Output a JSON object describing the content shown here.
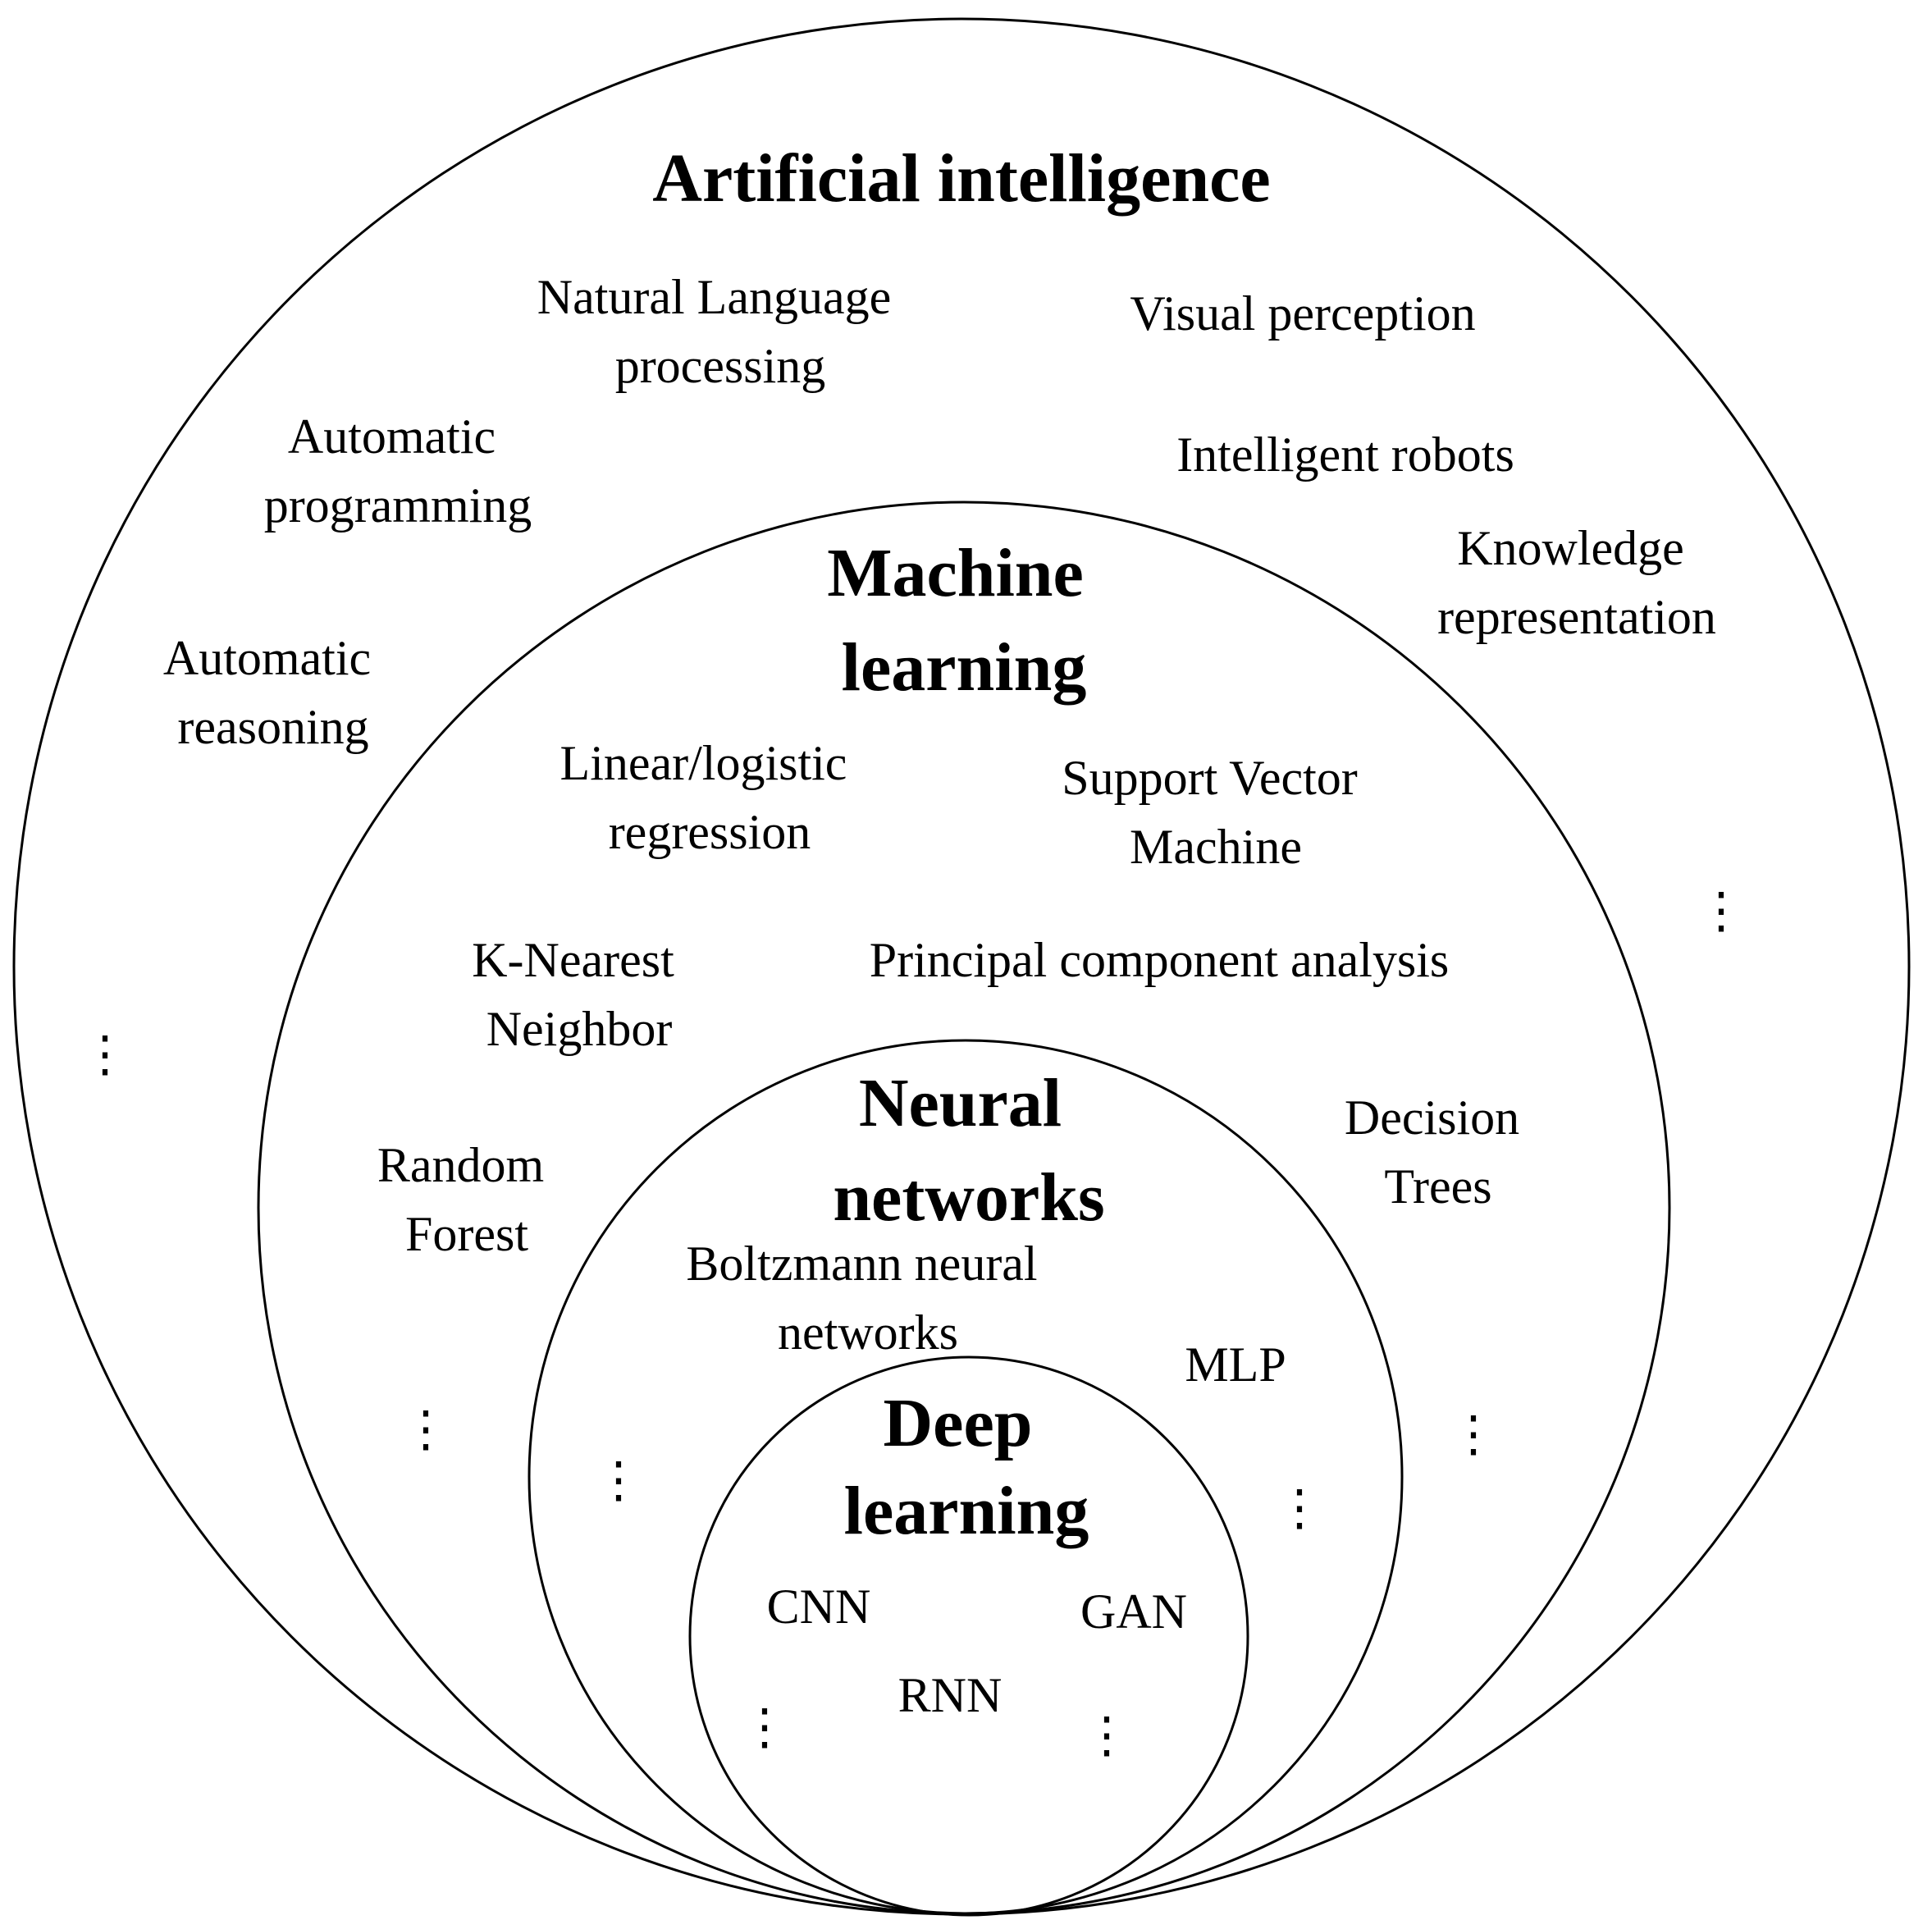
{
  "rings": [
    {
      "id": "ai",
      "title_lines": [
        "Artificial intelligence"
      ],
      "items": [
        {
          "id": "nlp",
          "lines": [
            "Natural Language",
            "processing"
          ]
        },
        {
          "id": "visual-perception",
          "lines": [
            "Visual perception"
          ]
        },
        {
          "id": "automatic-programming",
          "lines": [
            "Automatic",
            "programming"
          ]
        },
        {
          "id": "intelligent-robots",
          "lines": [
            "Intelligent robots"
          ]
        },
        {
          "id": "knowledge-representation",
          "lines": [
            "Knowledge",
            "representation"
          ]
        },
        {
          "id": "automatic-reasoning",
          "lines": [
            "Automatic",
            "reasoning"
          ]
        }
      ]
    },
    {
      "id": "ml",
      "title_lines": [
        "Machine",
        "learning"
      ],
      "items": [
        {
          "id": "linear-logistic-regression",
          "lines": [
            "Linear/logistic",
            "regression"
          ]
        },
        {
          "id": "svm",
          "lines": [
            "Support Vector",
            "Machine"
          ]
        },
        {
          "id": "knn",
          "lines": [
            "K-Nearest",
            "Neighbor"
          ]
        },
        {
          "id": "pca",
          "lines": [
            "Principal component analysis"
          ]
        },
        {
          "id": "decision-trees",
          "lines": [
            "Decision",
            "Trees"
          ]
        },
        {
          "id": "random-forest",
          "lines": [
            "Random",
            "Forest"
          ]
        }
      ]
    },
    {
      "id": "nn",
      "title_lines": [
        "Neural",
        "networks"
      ],
      "items": [
        {
          "id": "boltzmann",
          "lines": [
            "Boltzmann neural",
            "networks"
          ]
        },
        {
          "id": "mlp",
          "lines": [
            "MLP"
          ]
        }
      ]
    },
    {
      "id": "dl",
      "title_lines": [
        "Deep",
        "learning"
      ],
      "items": [
        {
          "id": "cnn",
          "lines": [
            "CNN"
          ]
        },
        {
          "id": "gan",
          "lines": [
            "GAN"
          ]
        },
        {
          "id": "rnn",
          "lines": [
            "RNN"
          ]
        }
      ]
    }
  ],
  "ellipsis_symbol": "⋮"
}
